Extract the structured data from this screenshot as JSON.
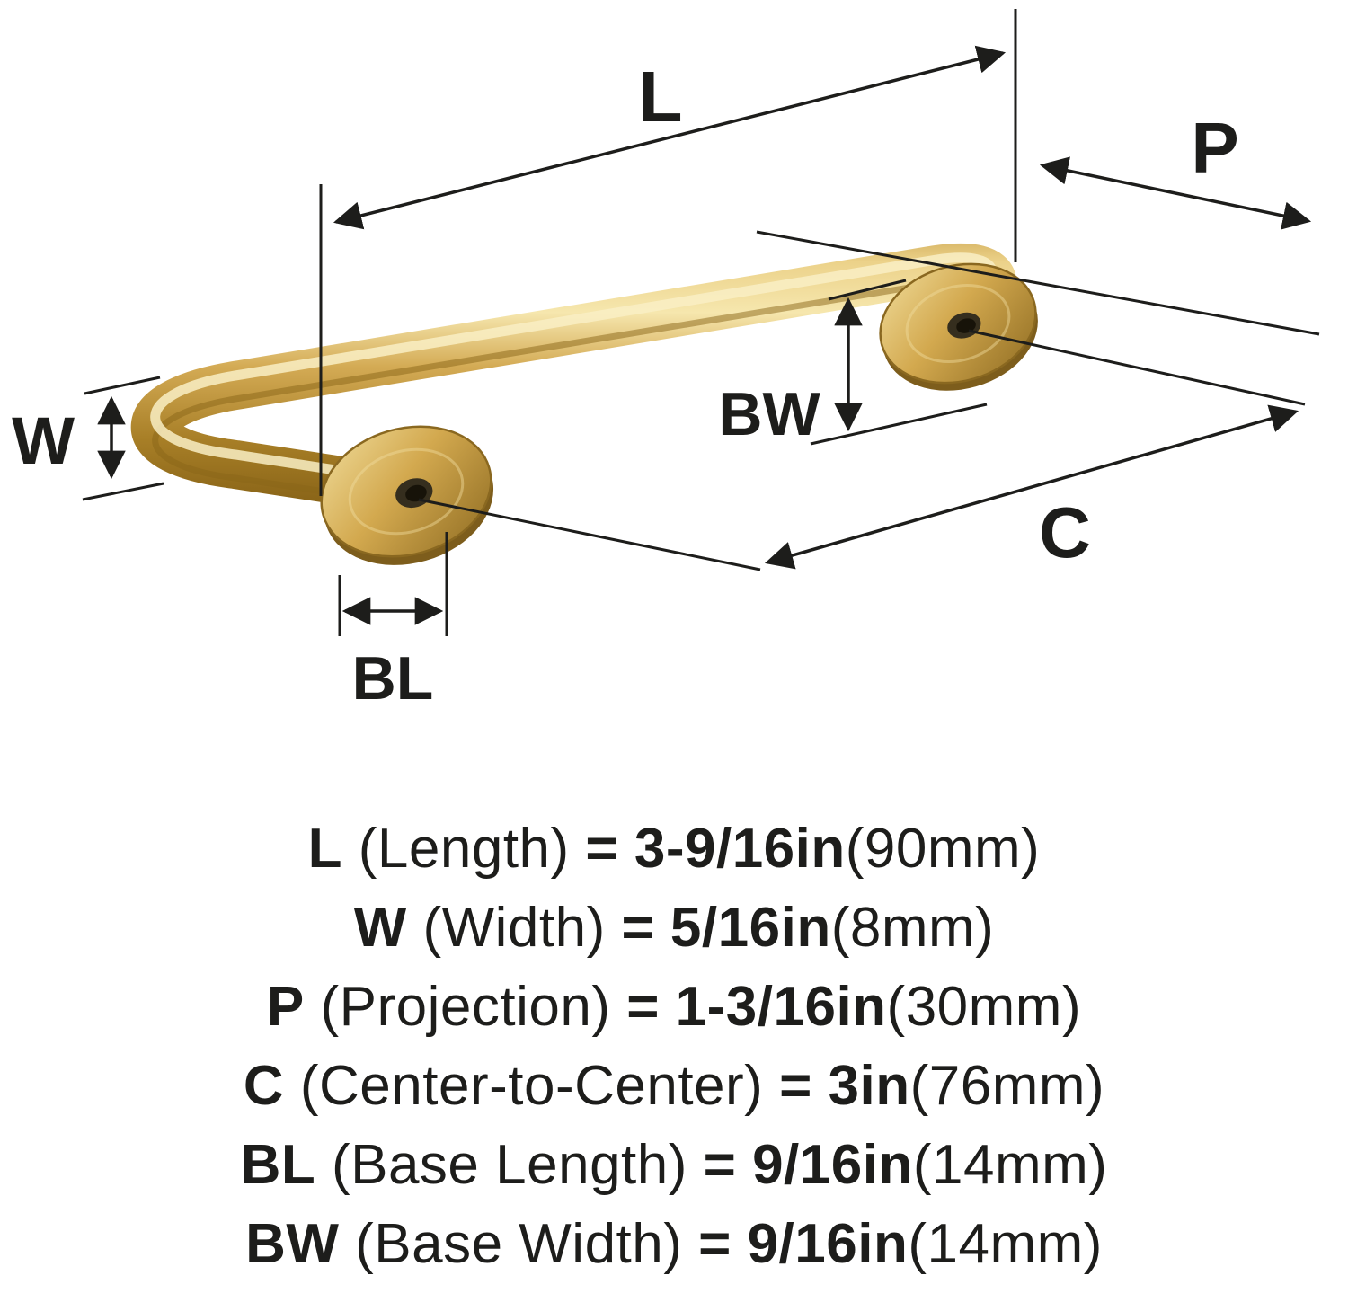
{
  "diagram": {
    "labels": {
      "L": "L",
      "W": "W",
      "P": "P",
      "BW": "BW",
      "C": "C",
      "BL": "BL"
    },
    "colors": {
      "gold_light": "#f6e7ae",
      "gold_mid": "#d4ab55",
      "gold_dark": "#9a7423",
      "gold_deep": "#8a6518",
      "line": "#1d1d1b",
      "hole": "#352e1e"
    }
  },
  "legend": {
    "rows": [
      {
        "label": "L",
        "desc": " (Length) ",
        "eq": "= ",
        "value": "3-9/16in",
        "metric": "(90mm)"
      },
      {
        "label": "W",
        "desc": " (Width) ",
        "eq": "= ",
        "value": "5/16in",
        "metric": "(8mm)"
      },
      {
        "label": "P",
        "desc": " (Projection) ",
        "eq": "= ",
        "value": "1-3/16in",
        "metric": "(30mm)"
      },
      {
        "label": "C",
        "desc": " (Center-to-Center) ",
        "eq": "= ",
        "value": "3in",
        "metric": "(76mm)"
      },
      {
        "label": "BL",
        "desc": " (Base Length) ",
        "eq": "= ",
        "value": "9/16in",
        "metric": "(14mm)"
      },
      {
        "label": "BW",
        "desc": " (Base Width) ",
        "eq": "= ",
        "value": "9/16in",
        "metric": "(14mm)"
      }
    ]
  }
}
